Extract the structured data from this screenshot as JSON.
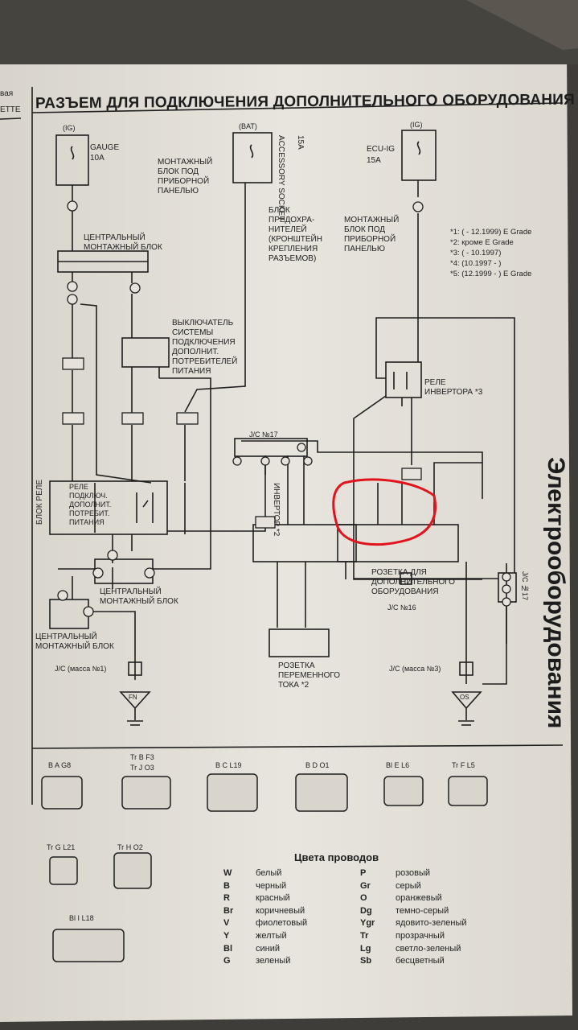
{
  "page_title": "РАЗЪЕМ ДЛЯ ПОДКЛЮЧЕНИЯ ДОПОЛНИТЕЛЬНОГО ОБОРУДОВАНИЯ",
  "sidebar_text": "Электрооборудования",
  "margin_fragments": [
    "вая",
    "ETTE"
  ],
  "fuses": [
    {
      "source": "(IG)",
      "name": "GAUGE",
      "amp": "10A"
    },
    {
      "source": "(BAT)",
      "name": "ACCESSORY SOCKET",
      "amp": "15A"
    },
    {
      "source": "(IG)",
      "name": "ECU-IG",
      "amp": "15A"
    }
  ],
  "labels": {
    "mount_block_1": [
      "МОНТАЖНЫЙ",
      "БЛОК ПОД",
      "ПРИБОРНОЙ",
      "ПАНЕЛЬЮ"
    ],
    "fuse_block": [
      "БЛОК",
      "ПРЕДОХРА-",
      "НИТЕЛЕЙ",
      "(КРОНШТЕЙН",
      "КРЕПЛЕНИЯ",
      "РАЗЪЕМОВ)"
    ],
    "mount_block_2": [
      "МОНТАЖНЫЙ",
      "БЛОК ПОД",
      "ПРИБОРНОЙ",
      "ПАНЕЛЬЮ"
    ],
    "central_block_top": [
      "ЦЕНТРАЛЬНЫЙ",
      "МОНТАЖНЫЙ БЛОК"
    ],
    "switch": [
      "ВЫКЛЮЧАТЕЛЬ",
      "СИСТЕМЫ",
      "ПОДКЛЮЧЕНИЯ",
      "ДОПОЛНИТ.",
      "ПОТРЕБИТЕЛЕЙ",
      "ПИТАНИЯ"
    ],
    "relay_block": "БЛОК РЕЛЕ",
    "relay": [
      "РЕЛЕ",
      "ПОДКЛЮЧ.",
      "ДОПОЛНИТ.",
      "ПОТРЕБИТ.",
      "ПИТАНИЯ"
    ],
    "central_block_mid": [
      "ЦЕНТРАЛЬНЫЙ",
      "МОНТАЖНЫЙ БЛОК"
    ],
    "central_block_low": [
      "ЦЕНТРАЛЬНЫЙ",
      "МОНТАЖНЫЙ БЛОК"
    ],
    "inverter_relay": [
      "РЕЛЕ",
      "ИНВЕРТОРА *3"
    ],
    "inverter": "ИНВЕРТОР *2",
    "socket_extra": [
      "РОЗЕТКА ДЛЯ",
      "ДОПОЛНИТЕЛЬНОГО",
      "ОБОРУДОВАНИЯ"
    ],
    "socket_ac": [
      "РОЗЕТКА",
      "ПЕРЕМЕННОГО",
      "ТОКА *2"
    ],
    "jc17_top": "J/C №17",
    "jc17_right": "J/C №17",
    "jc16": "J/C №16",
    "jc_ground1": "J/C (масса №1)",
    "jc_ground3": "J/C (масса №3)",
    "ground_fn": "FN",
    "ground_os": "OS"
  },
  "notes": [
    "*1: ( - 12.1999) E Grade",
    "*2: кроме E Grade",
    "*3: ( - 10.1997)",
    "*4: (10.1997 - )",
    "*5: (12.1999 - ) E Grade"
  ],
  "connectors": [
    {
      "color": "B",
      "letter": "A",
      "code": "G8"
    },
    {
      "color": "Tr",
      "letter": "B",
      "code": "F3"
    },
    {
      "color": "Tr",
      "letter": "J",
      "code": "O3"
    },
    {
      "color": "B",
      "letter": "C",
      "code": "L19"
    },
    {
      "color": "B",
      "letter": "D",
      "code": "O1"
    },
    {
      "color": "Bl",
      "letter": "E",
      "code": "L6"
    },
    {
      "color": "Tr",
      "letter": "F",
      "code": "L5"
    },
    {
      "color": "Tr",
      "letter": "G",
      "code": "L21"
    },
    {
      "color": "Tr",
      "letter": "H",
      "code": "O2"
    },
    {
      "color": "Bl",
      "letter": "I",
      "code": "L18"
    }
  ],
  "legend": {
    "title": "Цвета проводов",
    "left": [
      {
        "code": "W",
        "name": "белый"
      },
      {
        "code": "B",
        "name": "черный"
      },
      {
        "code": "R",
        "name": "красный"
      },
      {
        "code": "Br",
        "name": "коричневый"
      },
      {
        "code": "V",
        "name": "фиолетовый"
      },
      {
        "code": "Y",
        "name": "желтый"
      },
      {
        "code": "Bl",
        "name": "синий"
      },
      {
        "code": "G",
        "name": "зеленый"
      }
    ],
    "right": [
      {
        "code": "P",
        "name": "розовый"
      },
      {
        "code": "Gr",
        "name": "серый"
      },
      {
        "code": "O",
        "name": "оранжевый"
      },
      {
        "code": "Dg",
        "name": "темно-серый"
      },
      {
        "code": "Ygr",
        "name": "ядовито-зеленый"
      },
      {
        "code": "Tr",
        "name": "прозрачный"
      },
      {
        "code": "Lg",
        "name": "светло-зеленый"
      },
      {
        "code": "Sb",
        "name": "бесцветный"
      }
    ]
  },
  "colors": {
    "paper": "#e6e2db",
    "ink": "#1f1f1f",
    "highlight": "#e0141c",
    "background": "#3e3d39"
  }
}
